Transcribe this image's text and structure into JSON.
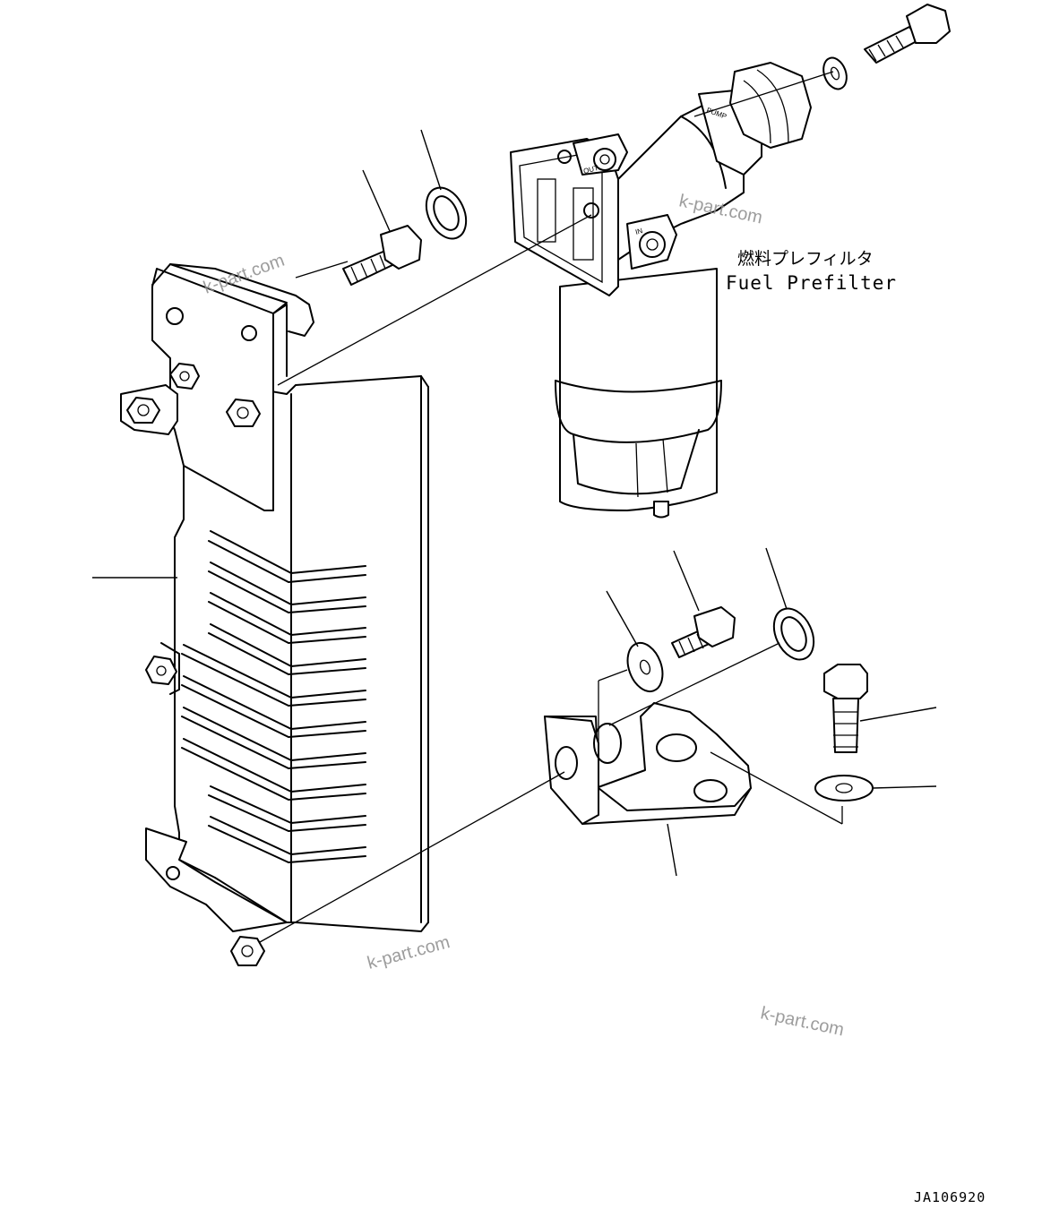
{
  "labels": {
    "part_name_jp": "燃料プレフィルタ",
    "part_name_en": "Fuel Prefilter",
    "drawing_id": "JA106920"
  },
  "watermarks": [
    "k-part.com",
    "k-part.com",
    "k-part.com",
    "k-part.com"
  ],
  "port_marks": {
    "out": "OUT",
    "in": "IN",
    "pump": "PUMP"
  }
}
